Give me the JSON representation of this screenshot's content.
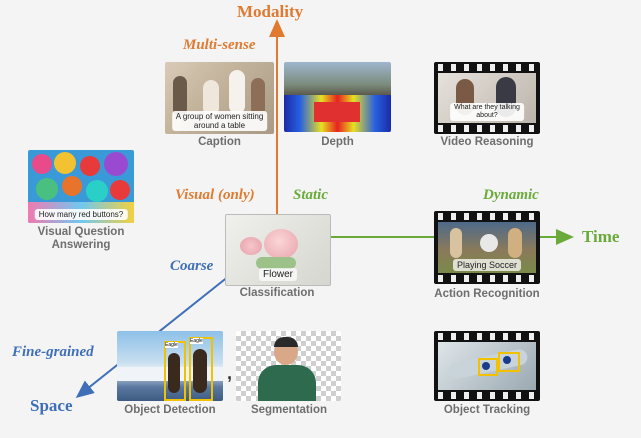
{
  "axes": {
    "modality": {
      "label": "Modality",
      "color": "#e07a30"
    },
    "time": {
      "label": "Time",
      "color": "#6aaa3a"
    },
    "space": {
      "label": "Space",
      "color": "#3e6fb8"
    }
  },
  "levels": {
    "multi_sense": "Multi-sense",
    "visual_only_a": "Visual (",
    "visual_only_b": "only",
    "visual_only_c": ")",
    "static": "Static",
    "dynamic": "Dynamic",
    "coarse": "Coarse",
    "fine_grained": "Fine-grained"
  },
  "tasks": {
    "caption": {
      "label": "Caption",
      "inner": "A group of women sitting\naround a table"
    },
    "depth": {
      "label": "Depth"
    },
    "video_reasoning": {
      "label": "Video Reasoning",
      "inner": "What are they talking\nabout?"
    },
    "vqa": {
      "label_line1": "Visual Question",
      "label_line2": "Answering",
      "inner": "How many red buttons?"
    },
    "classification": {
      "label": "Classification",
      "inner": "Flower"
    },
    "action_recognition": {
      "label": "Action Recognition",
      "inner": "Playing Soccer"
    },
    "object_detection": {
      "label": "Object Detection",
      "box_label": "Eagle"
    },
    "segmentation": {
      "label": "Segmentation"
    },
    "object_tracking": {
      "label": "Object Tracking"
    }
  },
  "separator": ","
}
